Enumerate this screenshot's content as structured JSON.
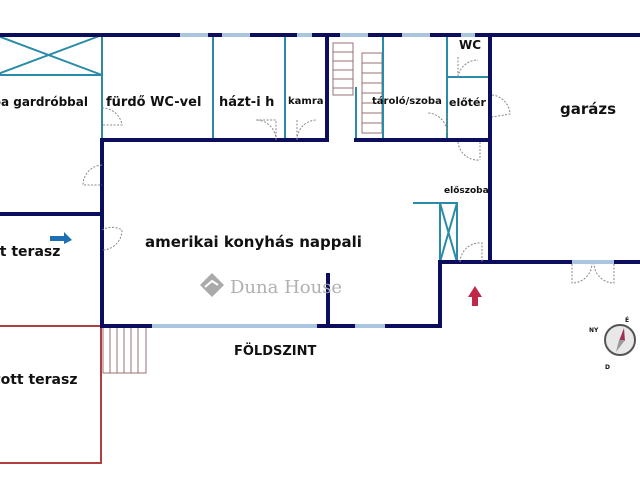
{
  "plan": {
    "level_title": "FÖLDSZINT",
    "watermark": "Duna House",
    "colors": {
      "wall": "#0d0d5e",
      "inner_wall": "#2a8ba8",
      "window": "#a9c6de",
      "terrace": "#b04040",
      "stairs": "#9a7070",
      "entrance_arrow": "#c0284a",
      "terrace_arrow": "#1f6fb5"
    },
    "rooms": {
      "bedroom": "szoba gardróbbal",
      "bathroom": "fürdő WC-vel",
      "utility": "házt-i h",
      "pantry": "kamra",
      "storage": "tároló/szoba",
      "wc": "WC",
      "vestibule": "előtér",
      "garage": "garázs",
      "hall": "előszoba",
      "living": "amerikai konyhás nappali",
      "covered_terrace": "fedett terasz",
      "open_terrace": "nyitott terasz"
    },
    "compass": {
      "north": "É",
      "northwest": "NY",
      "south": "D"
    },
    "icons": {
      "entrance": "entrance-arrow-icon",
      "terrace_access": "terrace-arrow-icon",
      "compass": "compass-icon",
      "logo": "duna-house-logo-icon"
    }
  }
}
